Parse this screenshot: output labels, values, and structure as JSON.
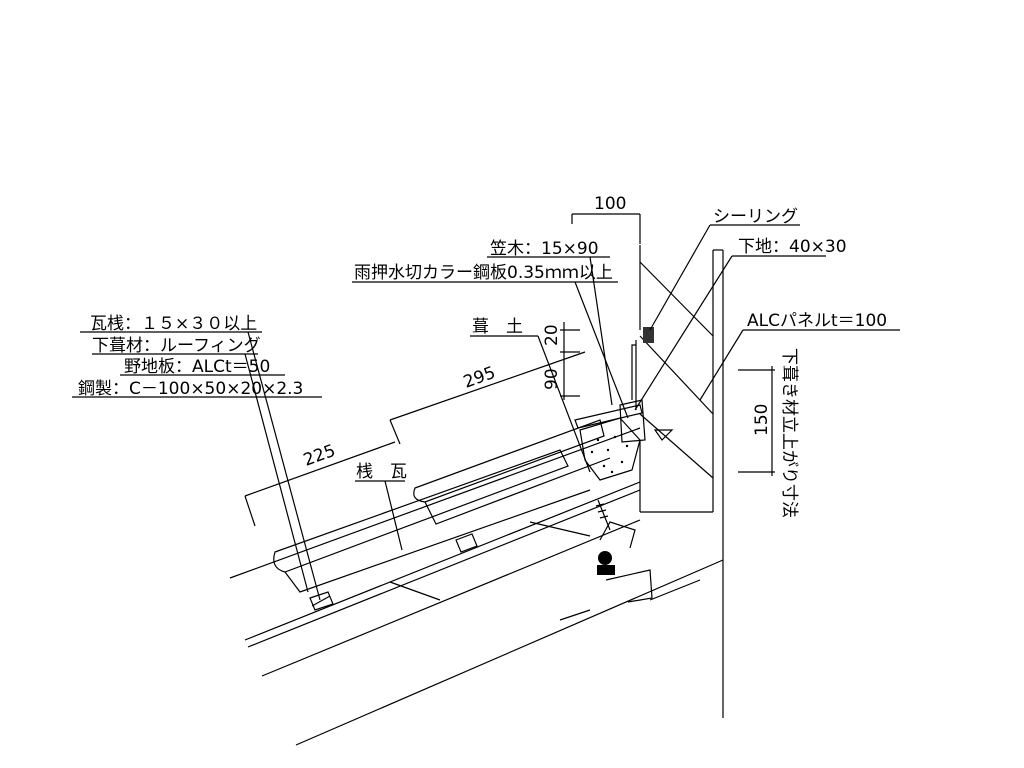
{
  "labels": {
    "sealing": "シーリング",
    "kasagi": "笠木：15×90",
    "shitaji": "下地：40×30",
    "flashing": "雨押水切カラー鋼板0.35ｍｍ以上",
    "alc_panel": "ALCパネルt＝100",
    "fukido": "葺　土",
    "kawarasan": "瓦桟：１５×３０以上",
    "underlay": "下葺材：ルーフィング",
    "sheathing": "野地板：ALCt＝50",
    "steel": "鋼製：C－100×50×20×2.3",
    "sangawara": "桟　瓦",
    "underlay_rise": "下葺き材立上がり寸法"
  },
  "dimensions": {
    "d100": "100",
    "d20": "20",
    "d90": "90",
    "d295": "295",
    "d225": "225",
    "d150": "150"
  }
}
